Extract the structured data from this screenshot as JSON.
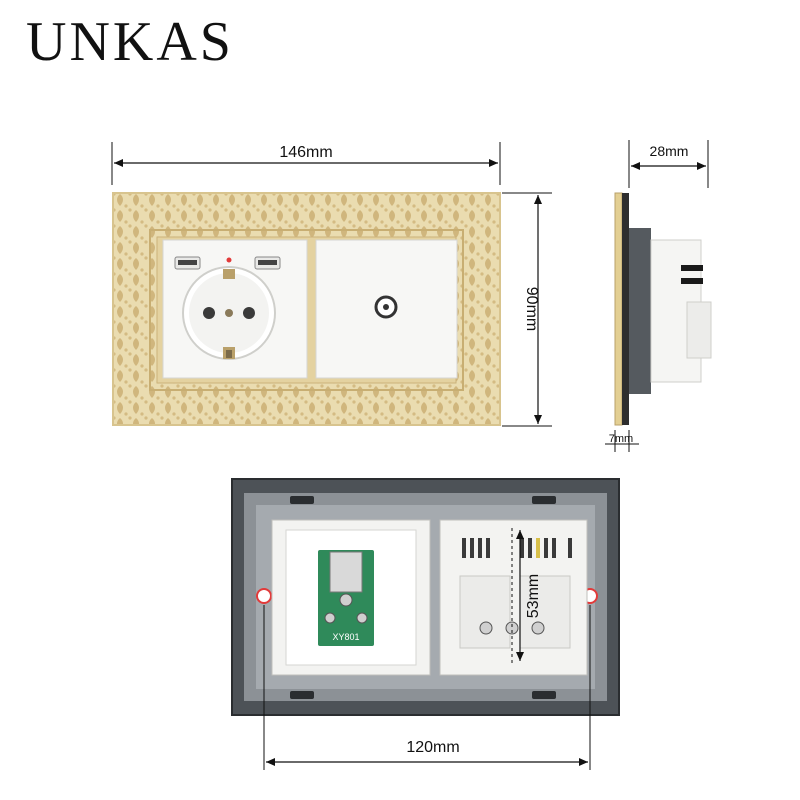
{
  "brand": {
    "name": "UNKAS"
  },
  "dimensions": {
    "front_width": "146mm",
    "front_height": "90mm",
    "side_depth": "28mm",
    "side_plate": "7mm",
    "back_width": "120mm",
    "back_height": "53mm"
  },
  "module_label": "XY801",
  "colors": {
    "frame_gold": "#e8d7a6",
    "ornament": "#c7ab6d",
    "module_white": "#f7f7f5",
    "back_frame": "#555a5f",
    "back_plate": "#9a9fa4",
    "pcb_green": "#2f8a5a",
    "screw_hole": "#e23a3a"
  }
}
